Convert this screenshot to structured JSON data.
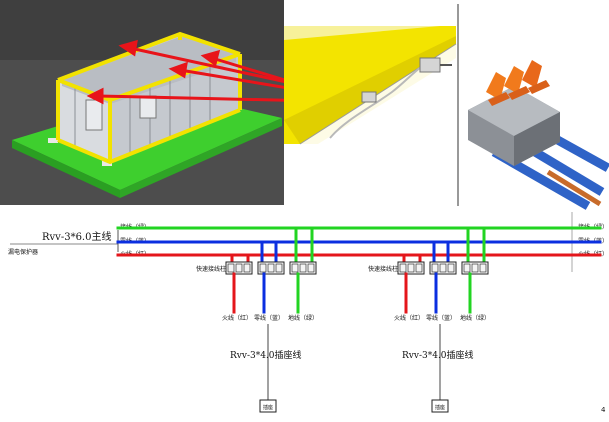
{
  "colors": {
    "live": "#e4161b",
    "neutral": "#0b2fe0",
    "earth": "#22d422",
    "panel_bg": "#4a4a4a",
    "ground": "#4bd23a",
    "rail": "#f3e600"
  },
  "icons": {
    "container": "container-render-icon",
    "rail": "cable-rail-closeup-icon",
    "connector": "quick-wire-connector-icon"
  },
  "main_cable": "Rvv-3*6.0主线",
  "breaker_label": "漏电保护器",
  "bus_labels": {
    "earth": "接线（绿）",
    "neutral": "零线（蓝）",
    "live": "火线（红）"
  },
  "right_labels": {
    "earth": "接线（绿）",
    "neutral": "零线（蓝）",
    "live": "火线（红）"
  },
  "connector_label": "快速接线柱",
  "branches": [
    {
      "connector": "快速接线柱",
      "leads": [
        "火线（红）",
        "零线（蓝）",
        "地线（绿）"
      ],
      "cable": "Rvv-3*4.0插座线",
      "socket": "插座"
    },
    {
      "connector": "快速接线柱",
      "leads": [
        "火线（红）",
        "零线（蓝）",
        "地线（绿）"
      ],
      "cable": "Rvv-3*4.0插座线",
      "socket": "插座"
    }
  ],
  "corner_mark": "4"
}
